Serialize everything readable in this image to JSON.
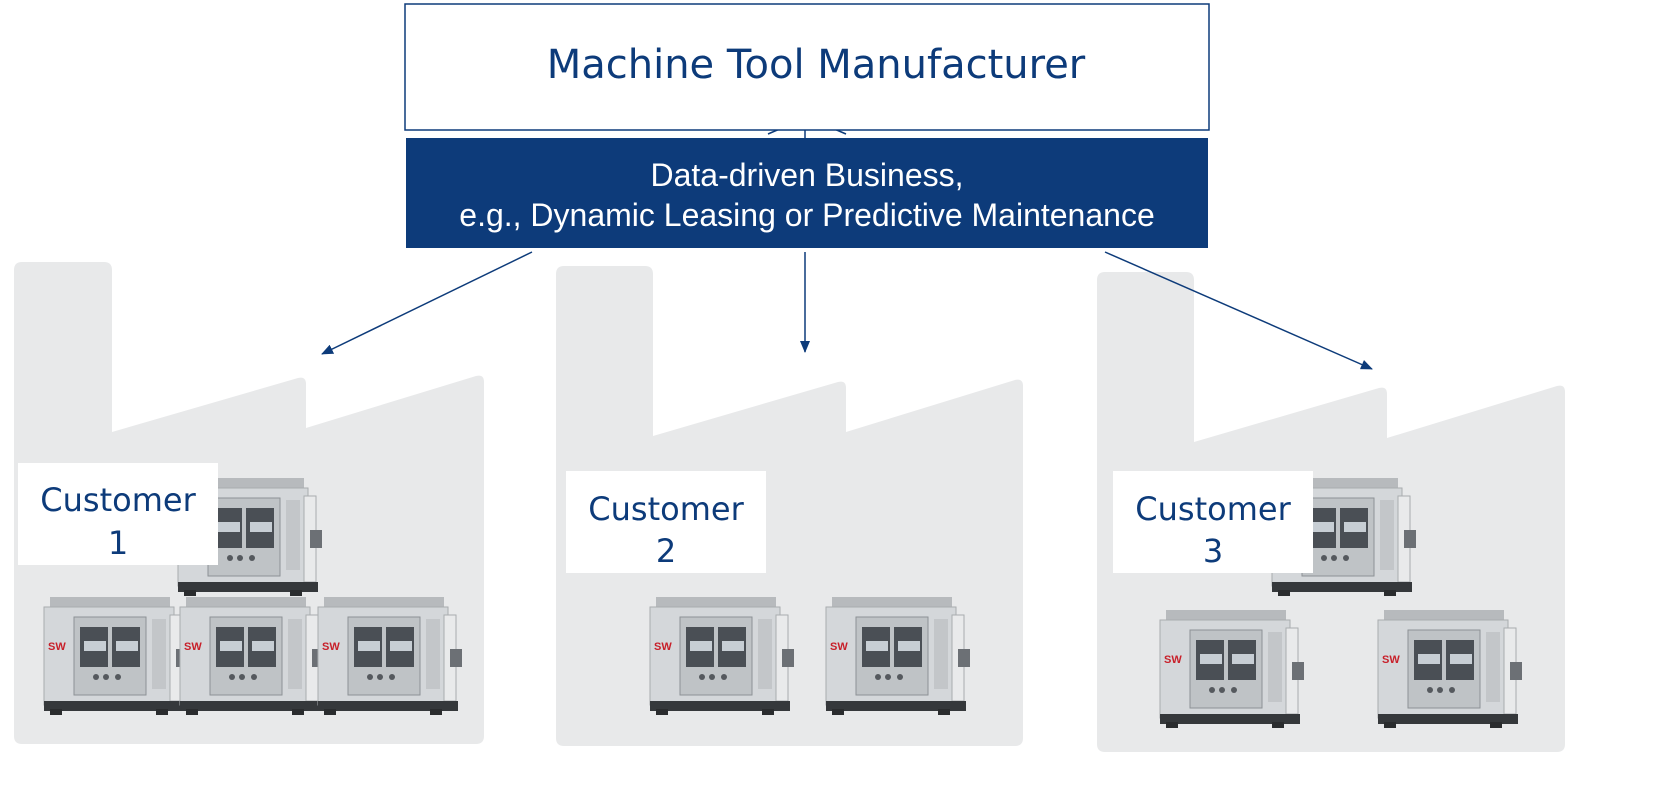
{
  "manufacturer": {
    "title": "Machine Tool Manufacturer"
  },
  "business": {
    "line1": "Data-driven Business,",
    "line2": "e.g., Dynamic Leasing or Predictive Maintenance"
  },
  "customers": [
    {
      "name_line1": "Customer",
      "name_line2": "1",
      "machine_count": 4
    },
    {
      "name_line1": "Customer",
      "name_line2": "2",
      "machine_count": 2
    },
    {
      "name_line1": "Customer",
      "name_line2": "3",
      "machine_count": 3
    }
  ],
  "machine": {
    "badge": "SW"
  },
  "colors": {
    "navy": "#0d3b7a",
    "business_fill": "#0d3b7a",
    "factory_fill": "#e8e9ea",
    "machine_body": "#cdd0d3",
    "machine_dark": "#3a3d40"
  }
}
